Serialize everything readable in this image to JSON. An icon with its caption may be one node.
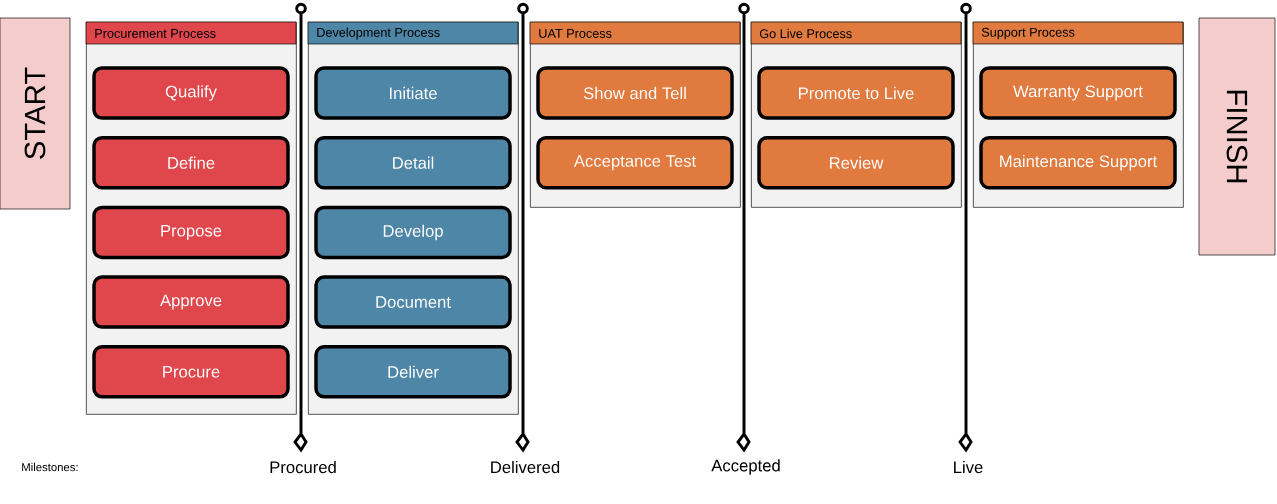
{
  "diagram": {
    "nodes": [
      {
        "text": [
          "START"
        ]
      },
      {
        "text": [
          "Procurement Process"
        ]
      },
      {
        "text": [
          "Qualify"
        ],
        "in": 1
      },
      {
        "text": [
          "Define"
        ],
        "in": 1
      },
      {
        "text": [
          "Propose"
        ],
        "in": 1
      },
      {
        "text": [
          "Approve"
        ],
        "in": 1
      },
      {
        "text": [
          "Procure"
        ],
        "in": 1
      },
      {
        "text": [
          "Development Process"
        ]
      },
      {
        "text": [
          "Initiate"
        ],
        "in": 7
      },
      {
        "text": [
          "Detail"
        ],
        "in": 7
      },
      {
        "text": [
          "Develop"
        ],
        "in": 7
      },
      {
        "text": [
          "Document"
        ],
        "in": 7
      },
      {
        "text": [
          "Deliver"
        ],
        "in": 7
      },
      {
        "text": [
          "UAT Process"
        ]
      },
      {
        "text": [
          "Show and Tell"
        ],
        "in": 13
      },
      {
        "text": [
          "Acceptance Test"
        ],
        "in": 13
      },
      {
        "text": [
          "Go Live Process"
        ]
      },
      {
        "text": [
          "Promote to Live"
        ],
        "in": 16
      },
      {
        "text": [
          "Review"
        ],
        "in": 16
      },
      {
        "text": [
          "Support Process"
        ]
      },
      {
        "text": [
          "Warranty Support"
        ],
        "in": 19
      },
      {
        "text": [
          "Maintenance Support"
        ],
        "in": 19
      },
      {
        "text": [
          "FINISH"
        ]
      }
    ],
    "labels": [
      "Milestones:",
      "Procured",
      "Delivered",
      "Accepted",
      "Live"
    ]
  }
}
